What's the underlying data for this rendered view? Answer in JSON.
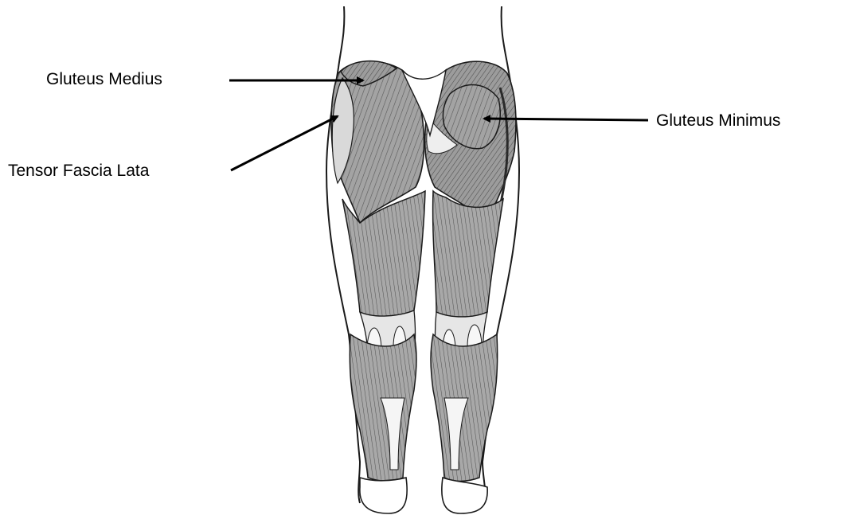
{
  "diagram": {
    "labels": {
      "gluteus_medius": "Gluteus Medius",
      "tensor_fascia_lata": "Tensor Fascia Lata",
      "gluteus_minimus": "Gluteus Minimus"
    },
    "colors": {
      "background": "#ffffff",
      "ink": "#1a1a1a",
      "muscle_fill": "#9a9a9a",
      "muscle_light": "#cfcfcf",
      "highlight": "#f4f4f4",
      "arrow": "#000000"
    }
  }
}
